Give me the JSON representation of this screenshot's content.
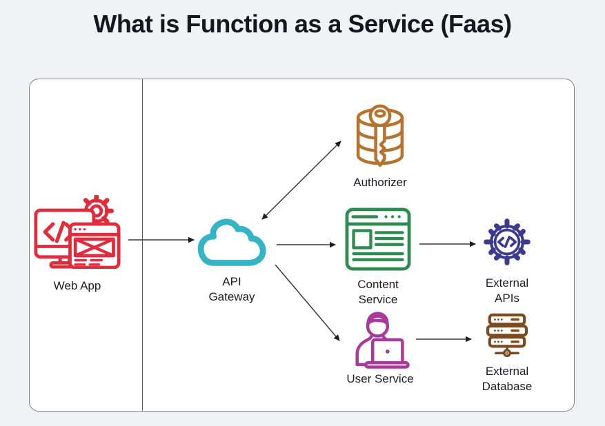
{
  "title": "What is Function as a Service (Faas)",
  "diagram": {
    "nodes": {
      "web_app": {
        "label": "Web App",
        "color": "#e22b3b",
        "icon": "monitor-code-browser-gear-icon"
      },
      "api_gateway": {
        "label": "API\nGateway",
        "color": "#35b4c7",
        "icon": "cloud-icon"
      },
      "authorizer": {
        "label": "Authorizer",
        "color": "#b5732f",
        "icon": "database-key-icon"
      },
      "content_service": {
        "label": "Content\nService",
        "color": "#2e8b50",
        "icon": "browser-content-icon"
      },
      "external_apis": {
        "label": "External\nAPIs",
        "color": "#3c3a8e",
        "icon": "gear-code-icon"
      },
      "user_service": {
        "label": "User Service",
        "color": "#a93a9c",
        "icon": "person-laptop-icon"
      },
      "external_database": {
        "label": "External\nDatabase",
        "color": "#7c4a20",
        "icon": "server-stack-icon"
      }
    },
    "edges": [
      {
        "from": "Web App",
        "to": "API Gateway",
        "arrows": "one-way"
      },
      {
        "from": "API Gateway",
        "to": "Authorizer",
        "arrows": "two-way"
      },
      {
        "from": "API Gateway",
        "to": "Content Service",
        "arrows": "one-way"
      },
      {
        "from": "API Gateway",
        "to": "User Service",
        "arrows": "one-way"
      },
      {
        "from": "Content Service",
        "to": "External APIs",
        "arrows": "one-way"
      },
      {
        "from": "User Service",
        "to": "External Database",
        "arrows": "one-way"
      }
    ],
    "arrow_color": "#3a3a3a"
  },
  "palette": {
    "page_background": "#f1f2f4",
    "panel_background": "#ffffff",
    "panel_border": "#7c8087",
    "divider": "#5b5f66",
    "title_text": "#16161e",
    "label_text": "#1d1d27"
  }
}
